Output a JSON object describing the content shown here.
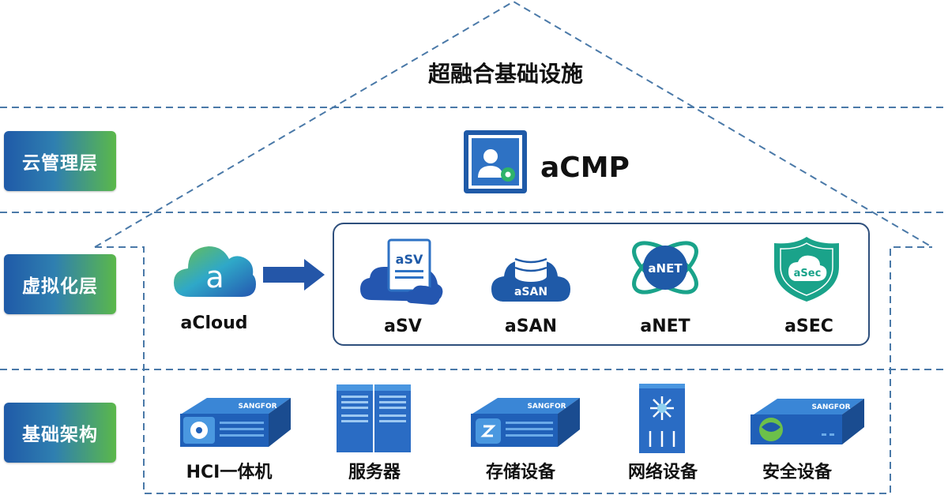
{
  "title": "超融合基础设施",
  "layers": [
    {
      "label": "云管理层"
    },
    {
      "label": "虚拟化层"
    },
    {
      "label": "基础架构"
    }
  ],
  "management": {
    "name": "aCMP",
    "icon": "user-gear-icon"
  },
  "virtualization": {
    "platform": {
      "name": "aCloud",
      "icon": "cloud-a-icon",
      "logo_letter": "a"
    },
    "components": [
      {
        "name": "aSV",
        "icon": "asv-cloud-document-icon",
        "icon_text": "aSV"
      },
      {
        "name": "aSAN",
        "icon": "asan-cloud-database-icon",
        "icon_text": "aSAN"
      },
      {
        "name": "aNET",
        "icon": "anet-orbit-icon",
        "icon_text": "aNET"
      },
      {
        "name": "aSEC",
        "icon": "asec-shield-icon",
        "icon_text": "aSec"
      }
    ]
  },
  "infrastructure": [
    {
      "name": "HCI一体机",
      "icon": "hci-appliance-icon",
      "brand": "SANGFOR"
    },
    {
      "name": "服务器",
      "icon": "server-rack-icon"
    },
    {
      "name": "存储设备",
      "icon": "storage-device-icon",
      "brand": "SANGFOR"
    },
    {
      "name": "网络设备",
      "icon": "network-switch-icon"
    },
    {
      "name": "安全设备",
      "icon": "security-appliance-icon",
      "brand": "SANGFOR"
    }
  ],
  "colors": {
    "primary_blue": "#1f5aa8",
    "accent_green": "#5bb84a",
    "dashed_line": "#4a79a8",
    "teal": "#1aa38a"
  }
}
